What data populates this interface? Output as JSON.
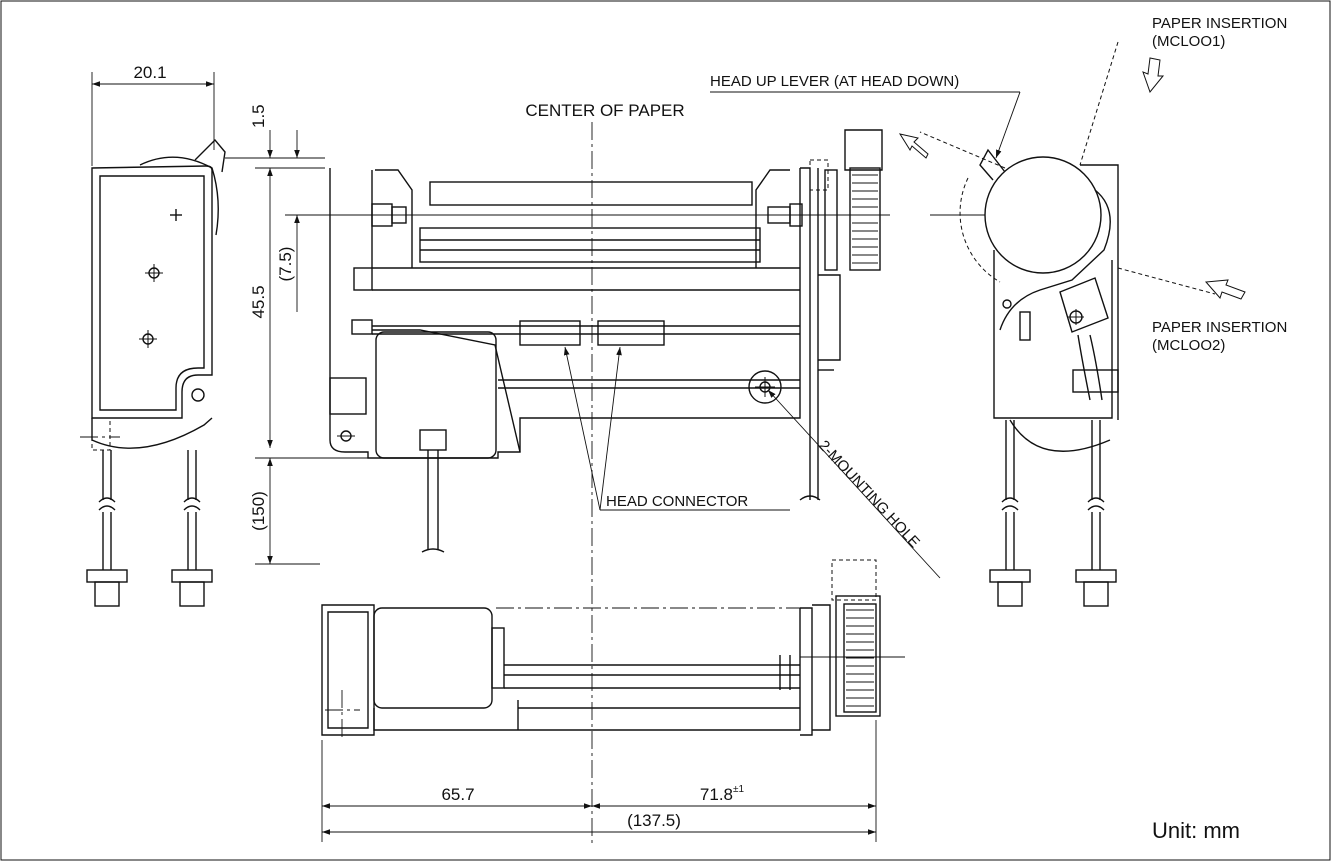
{
  "labels": {
    "center_of_paper": "CENTER OF PAPER",
    "head_up_lever": "HEAD UP LEVER (AT HEAD DOWN)",
    "paper_insertion_1": "PAPER INSERTION",
    "paper_insertion_1_code": "(MCLOO1)",
    "paper_insertion_2": "PAPER INSERTION",
    "paper_insertion_2_code": "(MCLOO2)",
    "head_connector": "HEAD CONNECTOR",
    "mounting_hole": "2-MOUNTING HOLE",
    "unit": "Unit: mm"
  },
  "dimensions": {
    "width_side": "20.1",
    "offset_top": "1.5",
    "roller_offset": "(7.5)",
    "height": "45.5",
    "cable_length": "(150)",
    "left_to_center": "65.7",
    "center_to_right": "71.8",
    "center_to_right_tol": "±1",
    "total_width": "(137.5)"
  }
}
